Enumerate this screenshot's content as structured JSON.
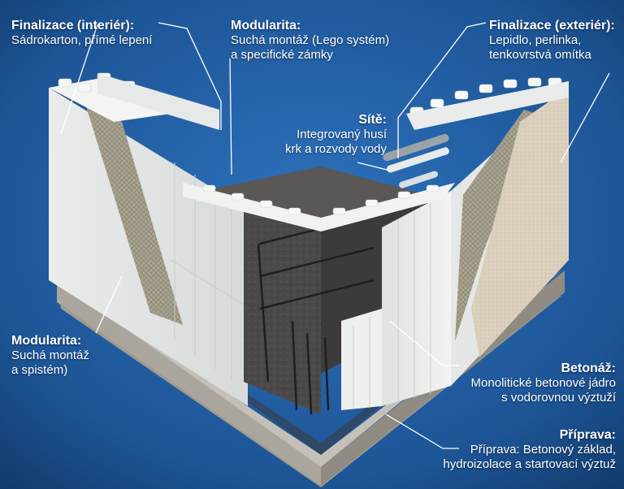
{
  "colors": {
    "background": "#1f5a9c",
    "background_dark": "#103766",
    "eps_block": "#eef0ee",
    "concrete": "#4a4846",
    "foundation": "#bdb9b1",
    "mesh": "#a7a18f",
    "plaster": "#d9cfbd",
    "label_text": "#ffffff"
  },
  "labels": {
    "interior_finish": {
      "title": "Finalizace (interiér):",
      "desc": [
        "Sádrokarton, přímé lepení"
      ]
    },
    "modularity_top": {
      "title": "Modularita:",
      "desc": [
        "Suchá montáž (Lego systém)",
        "a specifické zámky"
      ]
    },
    "exterior_finish": {
      "title": "Finalizace (exteriér):",
      "desc": [
        "Lepidlo, perlinka,",
        "tenkovrstvá omítka"
      ]
    },
    "utilities": {
      "title": "Sítě:",
      "desc": [
        "Integrovaný husí",
        "krk a rozvody vody"
      ]
    },
    "modularity_left": {
      "title": "Modularita:",
      "desc": [
        "Suchá montáž",
        "a spistém)"
      ]
    },
    "concreting": {
      "title": "Betonáž:",
      "desc": [
        "Monolitické betonové jádro",
        "s vodorovnou výztuží"
      ]
    },
    "preparation": {
      "title": "Příprava:",
      "desc": [
        "Příprava: Betonový základ,",
        "hydroizolace a startovací výztuž"
      ]
    }
  }
}
